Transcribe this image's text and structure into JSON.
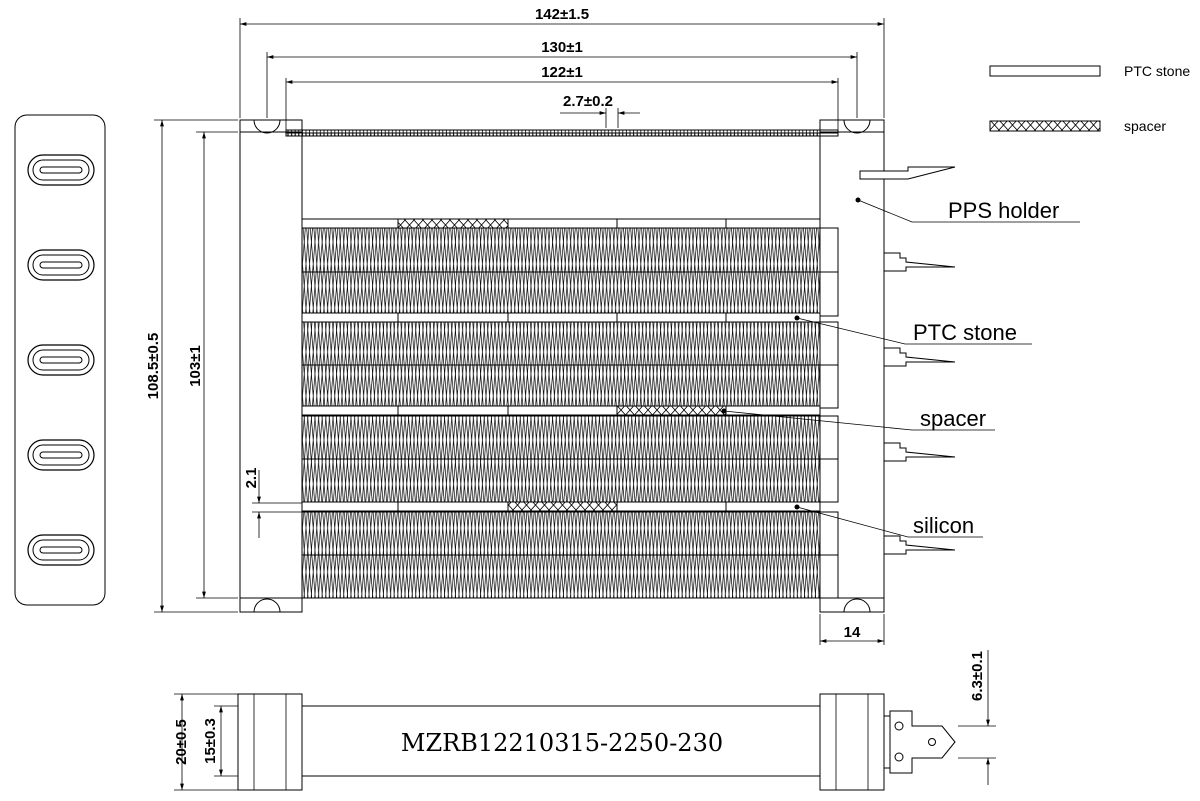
{
  "dimensions": {
    "overall_width": "142±1.5",
    "hole_pitch": "130±1",
    "element_width": "122±1",
    "spacer_width": "2.7±0.2",
    "overall_height": "108.5±0.5",
    "element_height": "103±1",
    "gap": "2.1",
    "holder_width": "14",
    "terminal_width": "6.3±0.1",
    "side_height_outer": "20±0.5",
    "side_height_inner": "15±0.3"
  },
  "callouts": {
    "holder": "PPS holder",
    "ptc": "PTC stone",
    "spacer": "spacer",
    "silicon": "silicon"
  },
  "legend": {
    "ptc": "PTC stone",
    "spacer": "spacer"
  },
  "model_number": "MZRB12210315-2250-230",
  "connector_count": 5
}
